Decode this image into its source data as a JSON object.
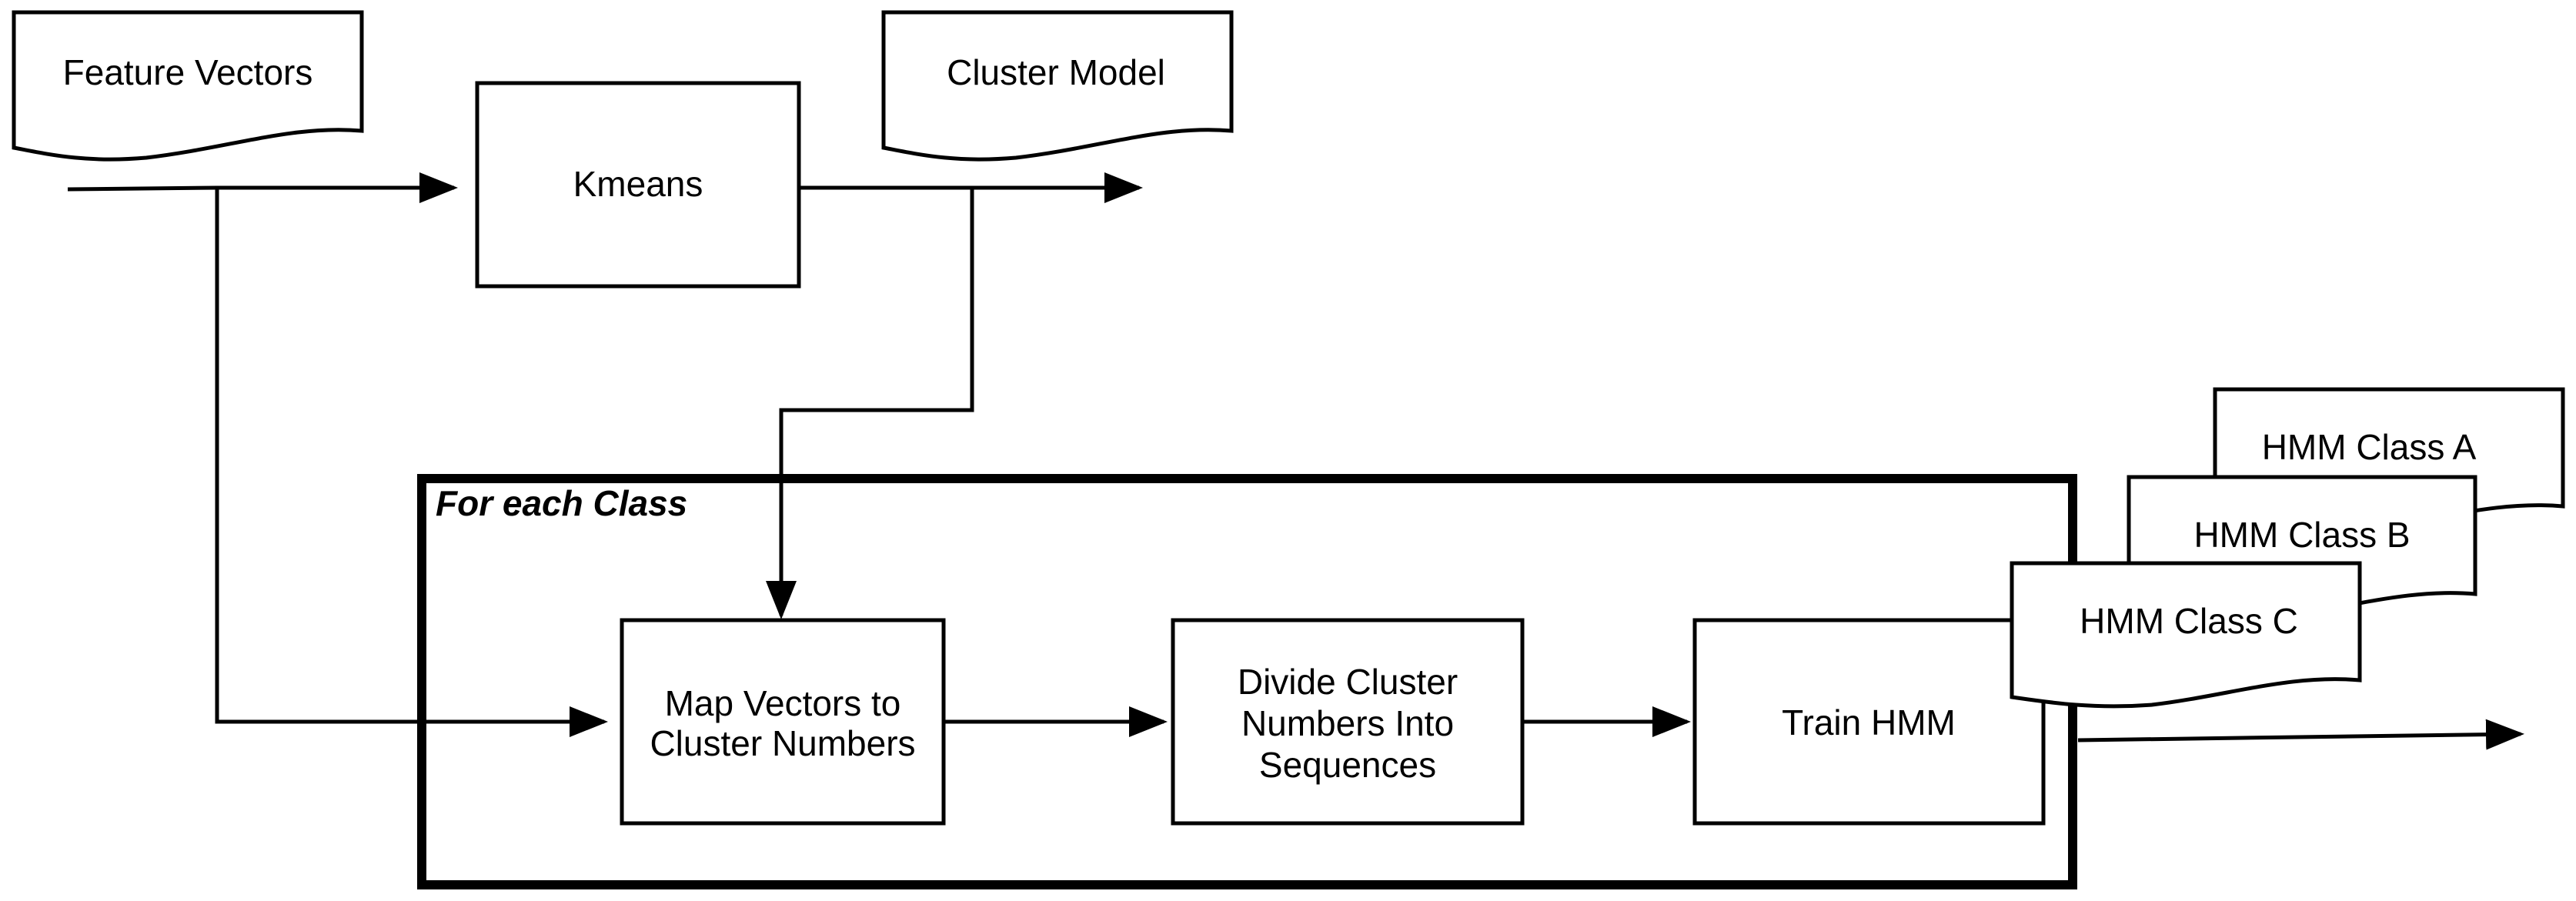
{
  "documents": {
    "feature_vectors": "Feature Vectors",
    "cluster_model": "Cluster Model",
    "hmm_class_a": "HMM Class A",
    "hmm_class_b": "HMM Class B",
    "hmm_class_c": "HMM Class C"
  },
  "processes": {
    "kmeans": "Kmeans",
    "map_vectors": [
      "Map Vectors to",
      "Cluster Numbers"
    ],
    "divide_cluster": [
      "Divide Cluster",
      "Numbers Into",
      "Sequences"
    ],
    "train_hmm": "Train HMM"
  },
  "loop_frame": {
    "title": "For each Class"
  },
  "colors": {
    "stroke": "#000000",
    "background": "#ffffff"
  }
}
